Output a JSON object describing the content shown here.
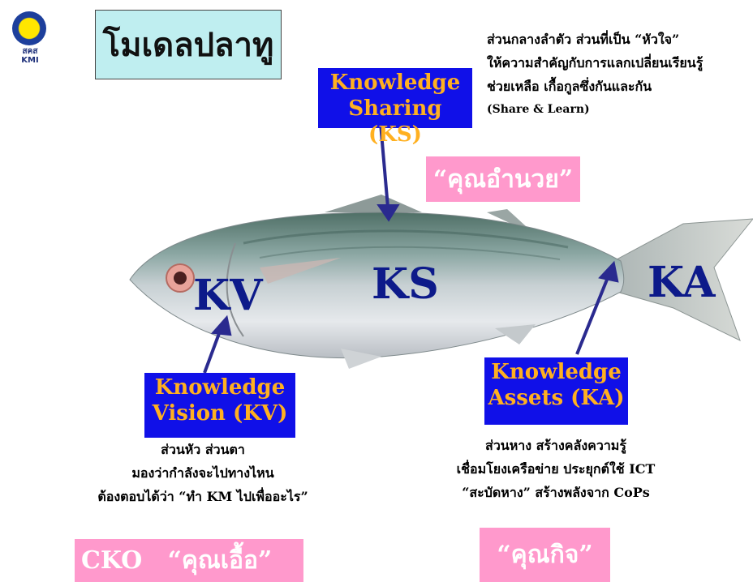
{
  "logo": {
    "text": "สคส\nKMI"
  },
  "title": "โมเดลปลาทู",
  "fish_labels": {
    "kv": "KV",
    "ks": "KS",
    "ka": "KA"
  },
  "boxes": {
    "ks": {
      "line1": "Knowledge",
      "line2": "Sharing (KS)"
    },
    "kv": {
      "line1": "Knowledge",
      "line2": "Vision (KV)"
    },
    "ka": {
      "line1": "Knowledge",
      "line2": "Assets (KA)"
    }
  },
  "pink": {
    "facilitator": "“คุณอำนวย”",
    "cko": "CKO   “คุณเอื้อ”",
    "practitioner": "“คุณกิจ”"
  },
  "notes": {
    "ks": [
      "ส่วนกลางลำตัว ส่วนที่เป็น “หัวใจ”",
      "ให้ความสำคัญกับการแลกเปลี่ยนเรียนรู้",
      "ช่วยเหลือ เกื้อกูลซึ่งกันและกัน",
      "(Share & Learn)"
    ],
    "kv": [
      "ส่วนหัว ส่วนตา",
      "มองว่ากำลังจะไปทางไหน",
      "ต้องตอบได้ว่า “ทำ KM ไปเพื่ออะไร”"
    ],
    "ka": [
      "ส่วนหาง สร้างคลังความรู้",
      "เชื่อมโยงเครือข่าย ประยุกต์ใช้ ICT",
      "“สะบัดหาง” สร้างพลังจาก CoPs"
    ]
  },
  "colors": {
    "box_blue": "#1010e8",
    "box_text": "#ffb020",
    "pink": "#ff99cc",
    "title_bg": "#bfeef0",
    "label": "#0d1a8a",
    "arrow": "#2a2a8f"
  }
}
